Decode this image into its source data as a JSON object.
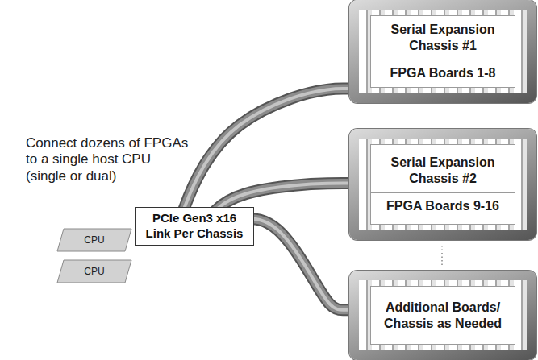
{
  "diagram": {
    "nodes": [
      {
        "text": [
          "Connect dozens of FPGAs to a single host CPU (single or dual)"
        ]
      },
      {
        "text": [
          "CPU"
        ],
        "in": 0
      },
      {
        "text": [
          "CPU"
        ],
        "in": 0
      },
      {
        "text": [
          "PCIe Gen3 x16 Link Per Chassis"
        ],
        "in": 0
      },
      {
        "text": [
          "Serial Expansion Chassis #1",
          "FPGA Boards 1-8"
        ]
      },
      {
        "text": [
          "Serial Expansion Chassis #2",
          "FPGA Boards 9-16"
        ]
      },
      {
        "text": [
          "Additional Boards/ Chassis as Needed"
        ]
      }
    ],
    "edges": [
      {
        "from": 0,
        "to": 4,
        "arrow": "none"
      },
      {
        "from": 0,
        "to": 5,
        "arrow": "none"
      },
      {
        "from": 0,
        "to": 6,
        "arrow": "none"
      }
    ]
  }
}
